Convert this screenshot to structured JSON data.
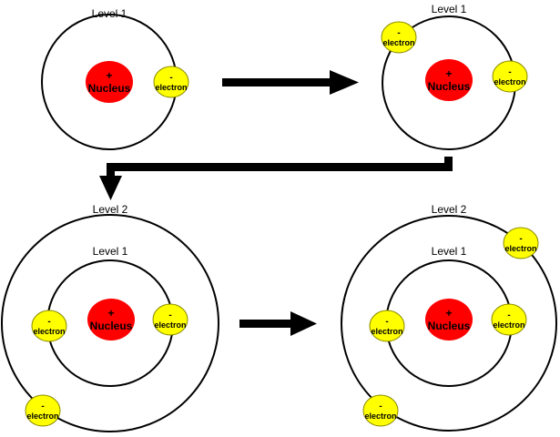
{
  "labels": {
    "level1": "Level 1",
    "level2": "Level 2",
    "nucleus": "Nucleus",
    "nucleus_sign": "+",
    "electron": "electron",
    "electron_sign": "-"
  },
  "colors": {
    "nucleus": "#ff0000",
    "electron": "#ffff00",
    "ring": "#000000",
    "arrow": "#000000"
  }
}
